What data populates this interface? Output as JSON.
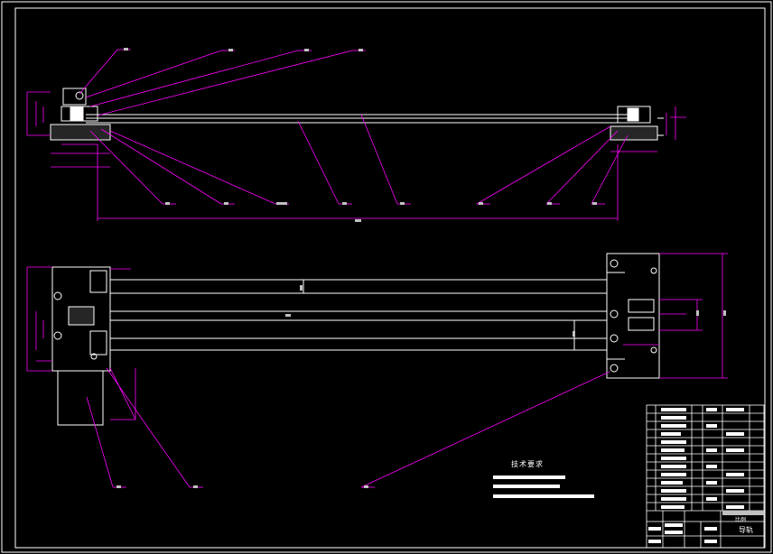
{
  "drawing": {
    "technical_requirements_title": "技术要求",
    "title_block_drawing_name": "导轨",
    "title_block_scale_label": "比例",
    "colors": {
      "background": "#000000",
      "outline": "#ffffff",
      "leader": "#ff00ff",
      "hatch": "#ffffff",
      "label_box": "#c0c0c0"
    }
  }
}
